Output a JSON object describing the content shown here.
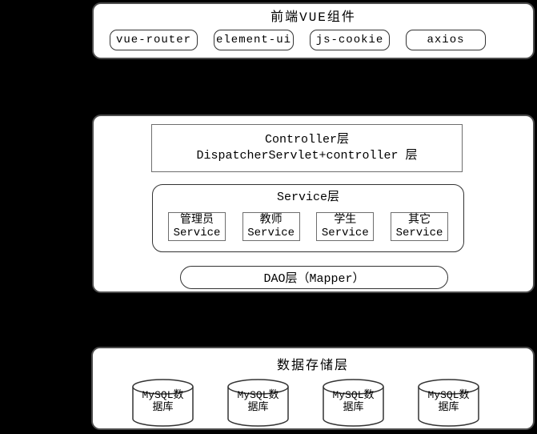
{
  "colors": {
    "background": "#000000",
    "panel_fill": "#ffffff",
    "outer_border": "#4d4d4d",
    "rounded_border": "#333333",
    "rect_border": "#6e6e6e",
    "text": "#000000"
  },
  "frontend_panel": {
    "title": "前端VUE组件",
    "components": [
      {
        "label": "vue-router"
      },
      {
        "label": "element-ui"
      },
      {
        "label": "js-cookie"
      },
      {
        "label": "axios"
      }
    ]
  },
  "backend_panel": {
    "controller": {
      "line1": "Controller层",
      "line2": "DispatcherServlet+controller 层"
    },
    "service": {
      "title": "Service层",
      "items": [
        {
          "line1": "管理员",
          "line2": "Service"
        },
        {
          "line1": "教师",
          "line2": "Service"
        },
        {
          "line1": "学生",
          "line2": "Service"
        },
        {
          "line1": "其它",
          "line2": "Service"
        }
      ]
    },
    "dao": {
      "label": "DAO层（Mapper）"
    }
  },
  "storage_panel": {
    "title": "数据存储层",
    "databases": [
      {
        "line1": "MySQL数",
        "line2": "据库"
      },
      {
        "line1": "MySQL数",
        "line2": "据库"
      },
      {
        "line1": "MySQL数",
        "line2": "据库"
      },
      {
        "line1": "MySQL数",
        "line2": "据库"
      }
    ]
  }
}
